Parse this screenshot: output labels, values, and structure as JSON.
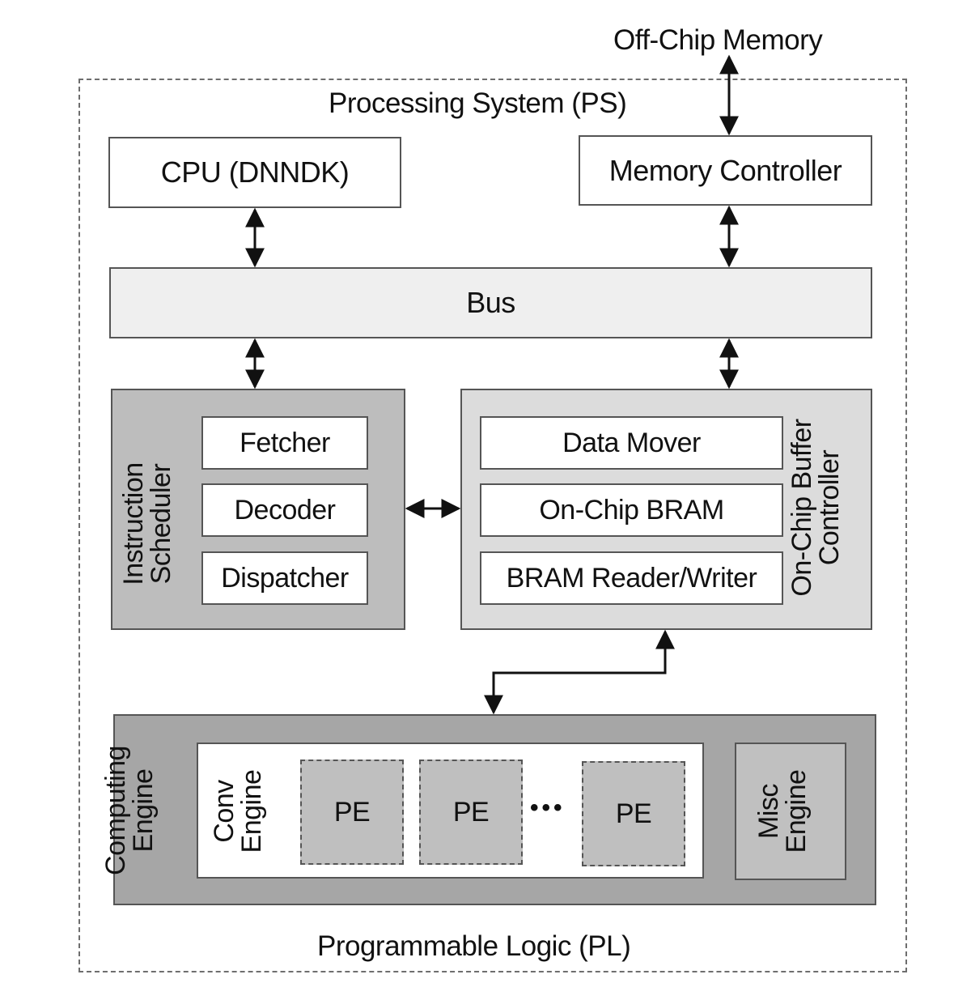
{
  "external": {
    "offchip_memory": "Off-Chip Memory"
  },
  "regions": {
    "ps_label": "Processing System (PS)",
    "pl_label": "Programmable Logic (PL)"
  },
  "ps": {
    "cpu": "CPU (DNNDK)",
    "memory_controller": "Memory Controller",
    "bus": "Bus"
  },
  "instruction_scheduler": {
    "title_line1": "Instruction",
    "title_line2": "Scheduler",
    "items": [
      "Fetcher",
      "Decoder",
      "Dispatcher"
    ]
  },
  "onchip_buffer_controller": {
    "title_line1": "On-Chip Buffer",
    "title_line2": "Controller",
    "items": [
      "Data Mover",
      "On-Chip BRAM",
      "BRAM Reader/Writer"
    ]
  },
  "computing_engine": {
    "title_line1": "Computing",
    "title_line2": "Engine",
    "conv_engine": {
      "title_line1": "Conv",
      "title_line2": "Engine",
      "pes": [
        "PE",
        "PE",
        "PE"
      ],
      "ellipsis": "•••"
    },
    "misc_engine": {
      "title_line1": "Misc",
      "title_line2": "Engine"
    }
  },
  "colors": {
    "bus_fill": "#efefef",
    "scheduler_fill": "#bdbdbd",
    "buffer_fill": "#dcdcdc",
    "computing_fill": "#a6a6a6",
    "pe_fill": "#bfbfbf",
    "misc_fill": "#c0c0c0",
    "border": "#555555",
    "dash": "#6e6e6e"
  }
}
